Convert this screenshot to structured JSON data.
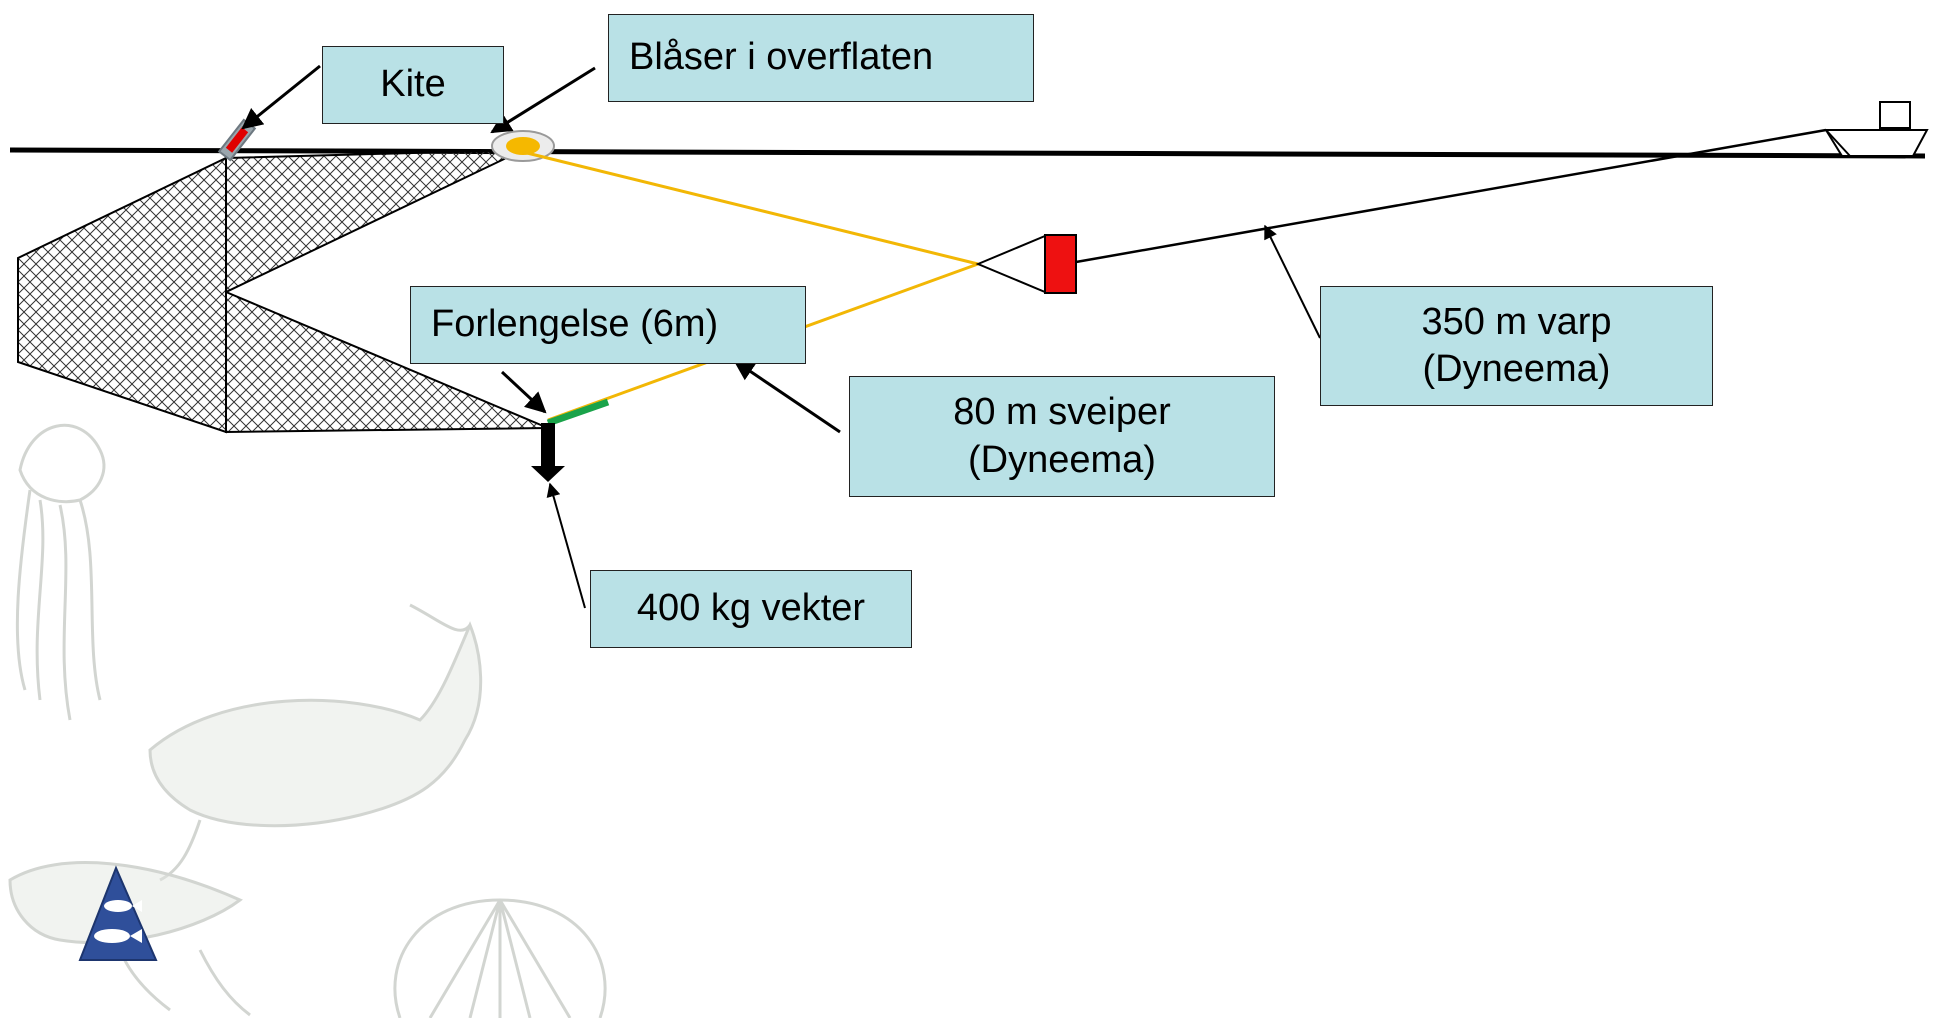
{
  "labels": {
    "kite": "Kite",
    "blower": "Blåser i overflaten",
    "extension": "Forlengelse (6m)",
    "sweep": {
      "line1": "80 m sveiper",
      "line2": "(Dyneema)"
    },
    "warp": {
      "line1": "350 m varp",
      "line2": "(Dyneema)"
    },
    "weight": "400 kg vekter"
  },
  "colors": {
    "label_fill": "#b9e1e6",
    "sweep_line": "#f2b705",
    "float": "#f5b800",
    "kite": "#e00000",
    "door": "#ee1111",
    "extension_segment": "#1aa34a",
    "net_mesh": "#333333",
    "watermark": "#c8cbc6",
    "logo": "#2f4f9a"
  },
  "icons": {
    "vessel": "trawler-icon",
    "logo": "institute-logo-icon",
    "watermark": "marine-animals-watermark"
  }
}
